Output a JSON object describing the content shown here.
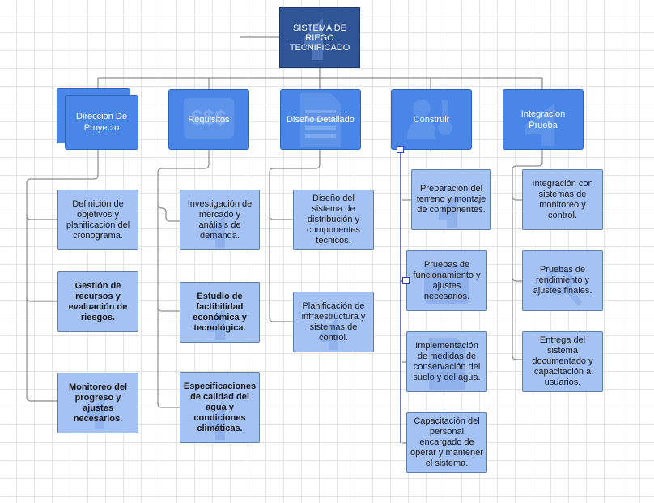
{
  "root": {
    "title": "SISTEMA DE RIEGO TECNIFICADO"
  },
  "columns": [
    {
      "title": "Direccion De Proyecto",
      "icon": "document-stack-icon",
      "tasks": [
        {
          "text": "Definición de objetivos y planificación del cronograma.",
          "bold": false
        },
        {
          "text": "Gestión de recursos y evaluación de riesgos.",
          "bold": true
        },
        {
          "text": "Monitoreo del progreso y ajustes necesarios.",
          "bold": true
        }
      ]
    },
    {
      "title": "Requisitos",
      "icon": "dollar-signs-icon",
      "tasks": [
        {
          "text": "Investigación de mercado y análisis de demanda.",
          "bold": false
        },
        {
          "text": "Estudio de factibilidad económica y tecnológica.",
          "bold": true
        },
        {
          "text": "Especificaciones de calidad del agua y condiciones climáticas.",
          "bold": true
        }
      ]
    },
    {
      "title": "Diseño Detallado",
      "icon": "document-icon",
      "tasks": [
        {
          "text": "Diseño del sistema de distribución y componentes técnicos.",
          "bold": false
        },
        {
          "text": "Planificación de infraestructura y sistemas de control.",
          "bold": false
        }
      ]
    },
    {
      "title": "Construir",
      "icon": "user-key-icon",
      "tasks": [
        {
          "text": "Preparación del terreno y montaje de componentes.",
          "bold": false
        },
        {
          "text": "Pruebas de funcionamiento y ajustes necesarios.",
          "bold": false
        },
        {
          "text": "Implementación de medidas de conservación del suelo y del agua.",
          "bold": false
        },
        {
          "text": "Capacitación del personal encargado de operar y mantener el sistema.",
          "bold": false
        }
      ]
    },
    {
      "title": "Integracion Prueba",
      "icon": "flag-icon",
      "tasks": [
        {
          "text": "Integración con sistemas de monitoreo y control.",
          "bold": false
        },
        {
          "text": "Pruebas de rendimiento y ajustes finales.",
          "bold": false
        },
        {
          "text": "Entrega del sistema documentado y capacitación a usuarios.",
          "bold": false
        }
      ]
    }
  ],
  "colors": {
    "root_fill": "#2f5597",
    "header_fill": "#4a86e8",
    "task_fill": "#a4c2f4",
    "connector": "#8c8c8c",
    "selection": "#2e3fd0"
  }
}
